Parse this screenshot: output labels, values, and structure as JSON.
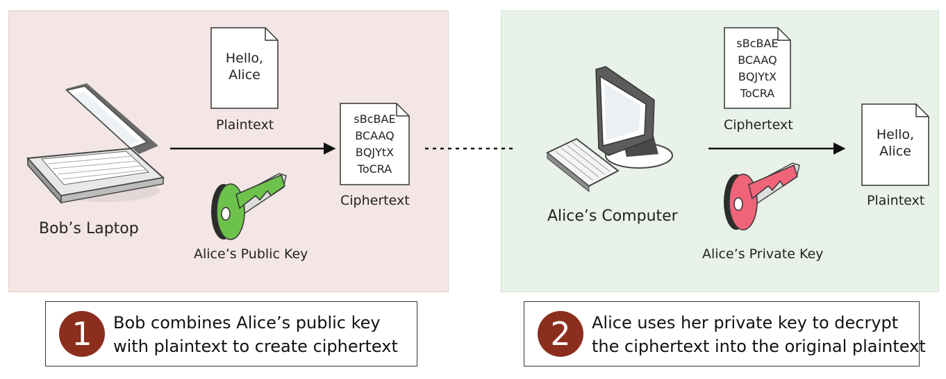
{
  "bob": {
    "device_label": "Bob’s Laptop",
    "plaintext_doc": [
      "Hello,",
      "Alice"
    ],
    "plaintext_label": "Plaintext",
    "ciphertext_doc": [
      "sBcBAE",
      "BCAAQ",
      "BQJYtX",
      "ToCRA"
    ],
    "ciphertext_label": "Ciphertext",
    "key_label": "Alice’s Public Key",
    "key_color": "#6cc24a"
  },
  "alice": {
    "device_label": "Alice’s Computer",
    "ciphertext_doc": [
      "sBcBAE",
      "BCAAQ",
      "BQJYtX",
      "ToCRA"
    ],
    "ciphertext_label": "Ciphertext",
    "plaintext_doc": [
      "Hello,",
      "Alice"
    ],
    "plaintext_label": "Plaintext",
    "key_label": "Alice’s Private Key",
    "key_color": "#f0647a"
  },
  "steps": [
    {
      "number": "1",
      "line1": "Bob combines Alice’s public key",
      "line2": "with plaintext to create ciphertext"
    },
    {
      "number": "2",
      "line1": "Alice uses her private key to decrypt",
      "line2": "the ciphertext into the original plaintext"
    }
  ],
  "colors": {
    "bob_panel": "#f3e6e4",
    "alice_panel": "#e9f2e8",
    "step_circle": "#8b2e1e"
  }
}
